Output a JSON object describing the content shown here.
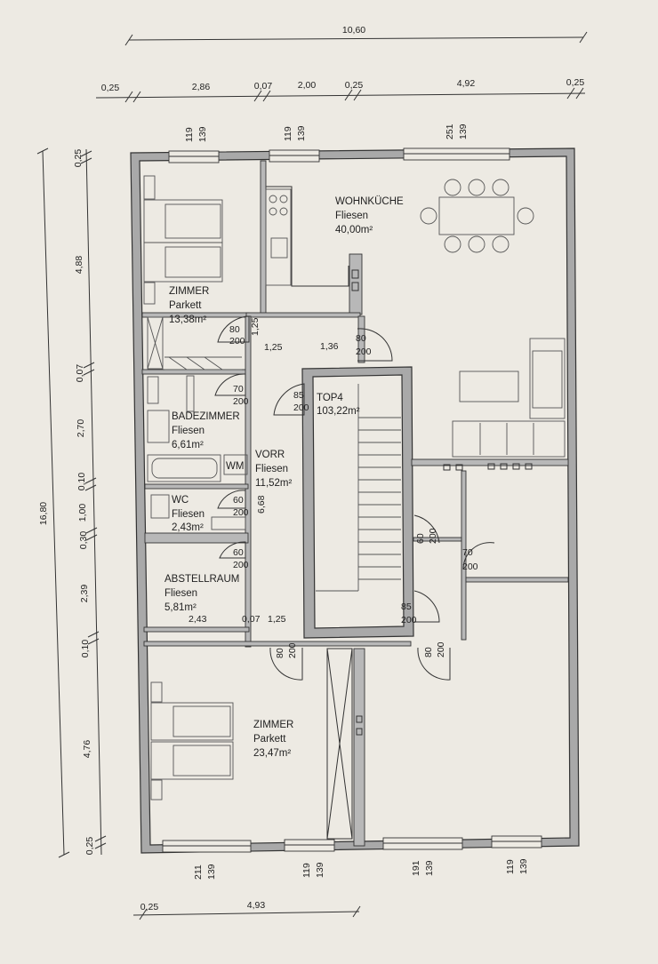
{
  "dimensions": {
    "top_total": "10,60",
    "top_segments": [
      "0,25",
      "2,86",
      "0,07",
      "2,00",
      "0,25",
      "4,92",
      "0,25"
    ],
    "left_total": "16,80",
    "left_segments": [
      "0,25",
      "4,88",
      "0,07",
      "2,70",
      "0,10",
      "1,00",
      "0,30",
      "2,39",
      "0,10",
      "4,76",
      "0,25"
    ],
    "bottom_segments": [
      "0,25",
      "4,93"
    ],
    "interior": {
      "vorr_width_a": "1,25",
      "vorr_width_b": "1,25",
      "vorr_small": "1,25",
      "kitchen_gap": "1,36",
      "abstell_width": "2,43",
      "abstell_gap": "0,07",
      "vorr_length": "6,68"
    }
  },
  "windows": {
    "top": [
      {
        "w": "119",
        "h": "139"
      },
      {
        "w": "119",
        "h": "139"
      },
      {
        "w": "251",
        "h": "139"
      }
    ],
    "bottom": [
      {
        "w": "211",
        "h": "139"
      },
      {
        "w": "119",
        "h": "139"
      },
      {
        "w": "191",
        "h": "139"
      },
      {
        "w": "119",
        "h": "139"
      }
    ]
  },
  "doors": [
    {
      "w": "80",
      "h": "200"
    },
    {
      "w": "80",
      "h": "200"
    },
    {
      "w": "70",
      "h": "200"
    },
    {
      "w": "85",
      "h": "200"
    },
    {
      "w": "60",
      "h": "200"
    },
    {
      "w": "60",
      "h": "200"
    },
    {
      "w": "60",
      "h": "200"
    },
    {
      "w": "70",
      "h": "200"
    },
    {
      "w": "85",
      "h": "200"
    },
    {
      "w": "80",
      "h": "200"
    },
    {
      "w": "80",
      "h": "200"
    }
  ],
  "rooms": {
    "wohnkueche": {
      "name": "WOHNKÜCHE",
      "floor": "Fliesen",
      "area": "40,00m²"
    },
    "zimmer_top": {
      "name": "ZIMMER",
      "floor": "Parkett",
      "area": "13,38m²"
    },
    "bad": {
      "name": "BADEZIMMER",
      "floor": "Fliesen",
      "area": "6,61m²"
    },
    "wm": "WM",
    "wc": {
      "name": "WC",
      "floor": "Fliesen",
      "area": "2,43m²"
    },
    "abstell": {
      "name": "ABSTELLRAUM",
      "floor": "Fliesen",
      "area": "5,81m²"
    },
    "vorr": {
      "name": "VORR",
      "floor": "Fliesen",
      "area": "11,52m²"
    },
    "top4": {
      "name": "TOP4",
      "area": "103,22m²"
    },
    "zimmer_bottom": {
      "name": "ZIMMER",
      "floor": "Parkett",
      "area": "23,47m²"
    }
  }
}
